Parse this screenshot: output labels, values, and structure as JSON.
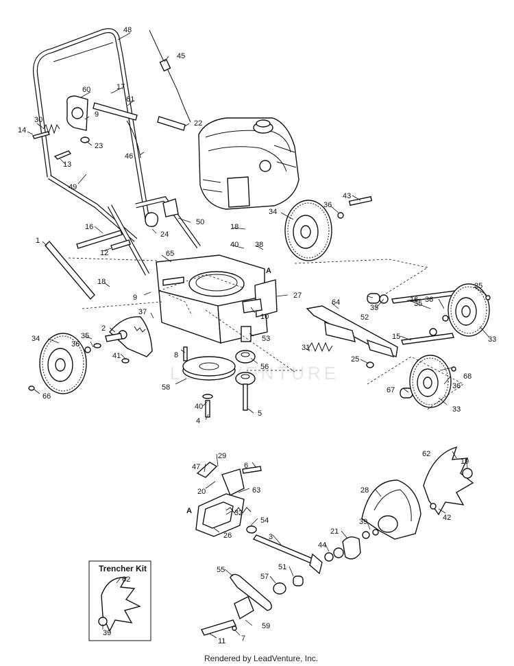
{
  "diagram": {
    "credit": "Rendered by LeadVenture, Inc.",
    "watermark": "LEADVENTURE",
    "inset_title": "Trencher Kit",
    "section_markers": [
      "A",
      "A"
    ],
    "callouts": [
      {
        "id": "48",
        "label": "48"
      },
      {
        "id": "45",
        "label": "45"
      },
      {
        "id": "60",
        "label": "60"
      },
      {
        "id": "17",
        "label": "17"
      },
      {
        "id": "61",
        "label": "61"
      },
      {
        "id": "9a",
        "label": "9"
      },
      {
        "id": "30",
        "label": "30"
      },
      {
        "id": "14",
        "label": "14"
      },
      {
        "id": "23",
        "label": "23"
      },
      {
        "id": "22",
        "label": "22"
      },
      {
        "id": "13",
        "label": "13"
      },
      {
        "id": "46",
        "label": "46"
      },
      {
        "id": "49",
        "label": "49"
      },
      {
        "id": "43",
        "label": "43"
      },
      {
        "id": "36a",
        "label": "36"
      },
      {
        "id": "34a",
        "label": "34"
      },
      {
        "id": "16a",
        "label": "16"
      },
      {
        "id": "50",
        "label": "50"
      },
      {
        "id": "18a",
        "label": "18"
      },
      {
        "id": "24",
        "label": "24"
      },
      {
        "id": "1",
        "label": "1"
      },
      {
        "id": "40a",
        "label": "40"
      },
      {
        "id": "38",
        "label": "38"
      },
      {
        "id": "12",
        "label": "12"
      },
      {
        "id": "65",
        "label": "65"
      },
      {
        "id": "A1",
        "label": "A"
      },
      {
        "id": "18b",
        "label": "18"
      },
      {
        "id": "9b",
        "label": "9"
      },
      {
        "id": "27",
        "label": "27"
      },
      {
        "id": "25a",
        "label": "25"
      },
      {
        "id": "16b",
        "label": "16"
      },
      {
        "id": "37",
        "label": "37"
      },
      {
        "id": "10",
        "label": "10"
      },
      {
        "id": "35a",
        "label": "35"
      },
      {
        "id": "52",
        "label": "52"
      },
      {
        "id": "2",
        "label": "2"
      },
      {
        "id": "64",
        "label": "64"
      },
      {
        "id": "35b",
        "label": "35"
      },
      {
        "id": "36b",
        "label": "36"
      },
      {
        "id": "34b",
        "label": "34"
      },
      {
        "id": "35c",
        "label": "35"
      },
      {
        "id": "36c",
        "label": "36"
      },
      {
        "id": "53",
        "label": "53"
      },
      {
        "id": "15",
        "label": "15"
      },
      {
        "id": "33a",
        "label": "33"
      },
      {
        "id": "41",
        "label": "41"
      },
      {
        "id": "8",
        "label": "8"
      },
      {
        "id": "31",
        "label": "31"
      },
      {
        "id": "25b",
        "label": "25"
      },
      {
        "id": "56",
        "label": "56"
      },
      {
        "id": "68",
        "label": "68"
      },
      {
        "id": "36d",
        "label": "36"
      },
      {
        "id": "66",
        "label": "66"
      },
      {
        "id": "58",
        "label": "58"
      },
      {
        "id": "67",
        "label": "67"
      },
      {
        "id": "33b",
        "label": "33"
      },
      {
        "id": "40b",
        "label": "40"
      },
      {
        "id": "4",
        "label": "4"
      },
      {
        "id": "5",
        "label": "5"
      },
      {
        "id": "29",
        "label": "29"
      },
      {
        "id": "47",
        "label": "47"
      },
      {
        "id": "6",
        "label": "6"
      },
      {
        "id": "62a",
        "label": "62"
      },
      {
        "id": "19",
        "label": "19"
      },
      {
        "id": "20",
        "label": "20"
      },
      {
        "id": "63",
        "label": "63"
      },
      {
        "id": "28",
        "label": "28"
      },
      {
        "id": "A2",
        "label": "A"
      },
      {
        "id": "32",
        "label": "32"
      },
      {
        "id": "54",
        "label": "54"
      },
      {
        "id": "42",
        "label": "42"
      },
      {
        "id": "26",
        "label": "26"
      },
      {
        "id": "3",
        "label": "3"
      },
      {
        "id": "21",
        "label": "21"
      },
      {
        "id": "39a",
        "label": "39"
      },
      {
        "id": "44",
        "label": "44"
      },
      {
        "id": "55",
        "label": "55"
      },
      {
        "id": "51",
        "label": "51"
      },
      {
        "id": "57",
        "label": "57"
      },
      {
        "id": "62b",
        "label": "62"
      },
      {
        "id": "59",
        "label": "59"
      },
      {
        "id": "39b",
        "label": "39"
      },
      {
        "id": "11",
        "label": "11"
      },
      {
        "id": "7",
        "label": "7"
      }
    ]
  }
}
